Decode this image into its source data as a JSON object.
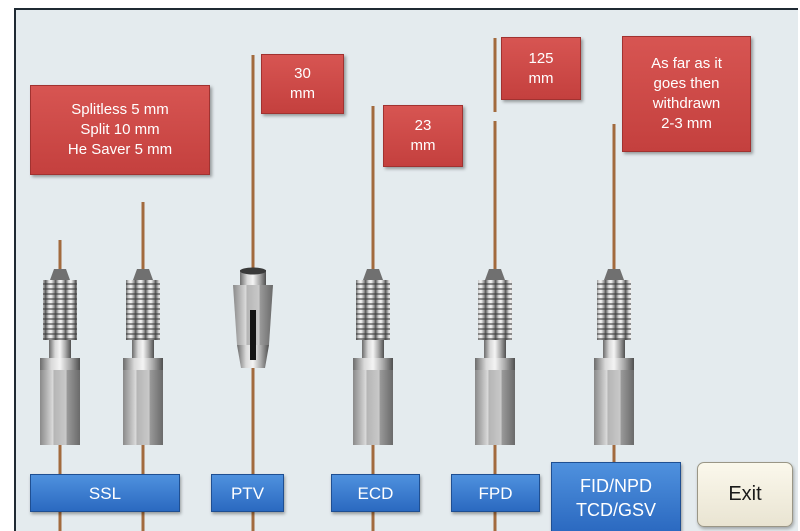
{
  "callouts": {
    "ssl": "Splitless 5 mm\nSplit 10 mm\nHe Saver  5 mm",
    "ptv": "30\nmm",
    "ecd": "23\nmm",
    "fpd": "125\nmm",
    "fid": "As far as it\ngoes then\nwithdrawn\n2-3 mm"
  },
  "buttons": {
    "ssl": "SSL",
    "ptv": "PTV",
    "ecd": "ECD",
    "fpd": "FPD",
    "fid": "FID/NPD\nTCD/GSV",
    "exit": "Exit"
  },
  "colors": {
    "background": "#e4ebee",
    "callout": "#cc4846",
    "button": "#3a7bd0",
    "column": "#a26a3d"
  }
}
